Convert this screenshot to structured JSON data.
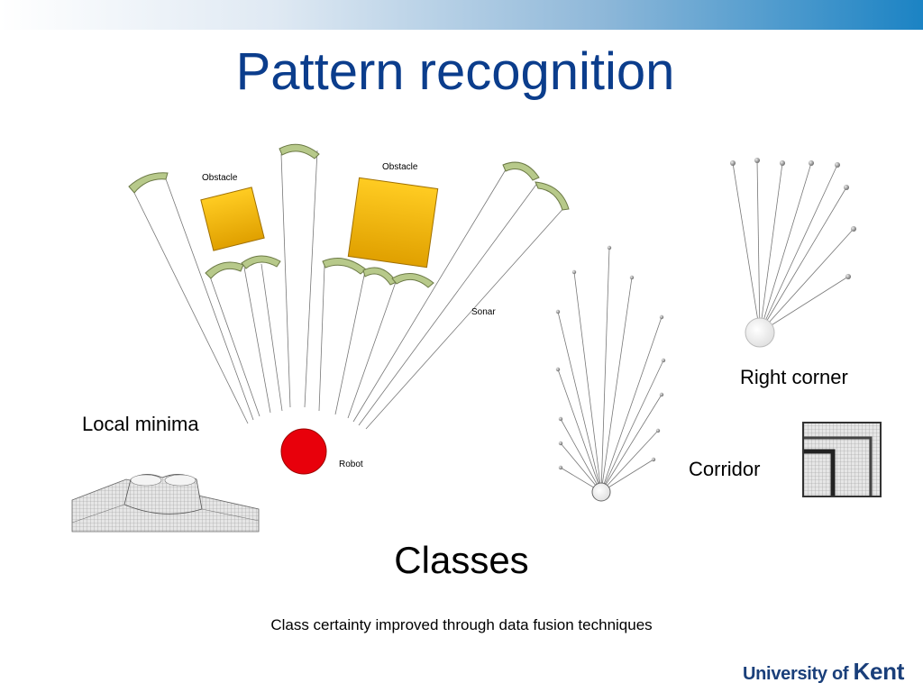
{
  "slide": {
    "title": "Pattern recognition",
    "subtitle": "Classes",
    "caption": "Class certainty improved through data fusion techniques"
  },
  "diagram": {
    "obstacle_1": "Obstacle",
    "obstacle_2": "Obstacle",
    "sonar": "Sonar",
    "robot": "Robot",
    "local_minima": "Local minima",
    "right_corner": "Right corner",
    "corridor": "Corridor"
  },
  "logo": {
    "university": "University of ",
    "name": "Kent"
  },
  "colors": {
    "title": "#0b3d8c",
    "obstacle_fill": "#f5b400",
    "robot_fill": "#e8000b",
    "sonar_arc": "#b7c98a",
    "logo": "#1a3f7a"
  }
}
